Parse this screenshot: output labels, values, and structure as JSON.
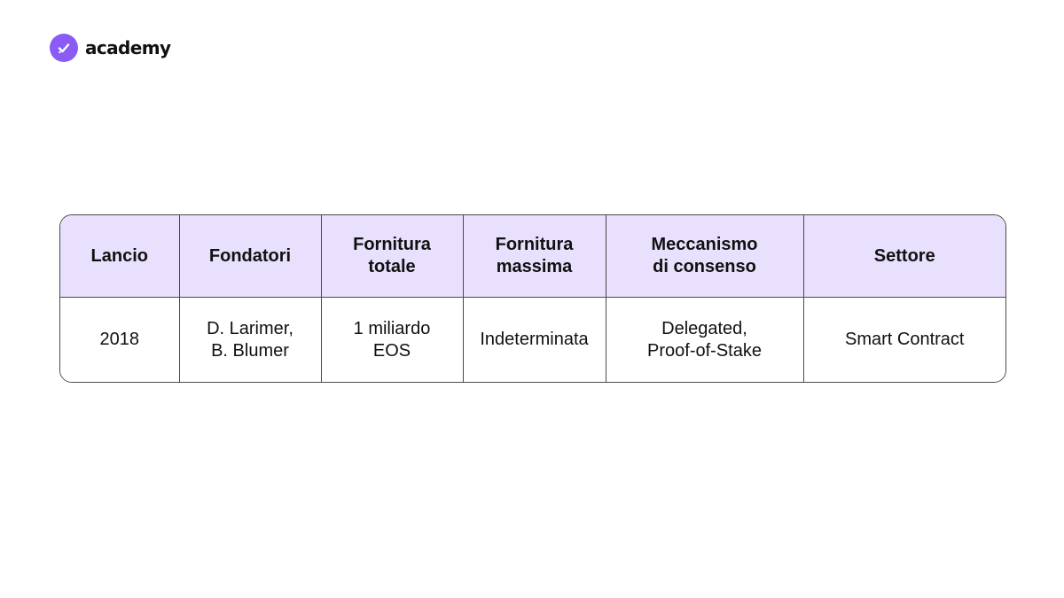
{
  "brand": {
    "name": "academy",
    "logo_icon": "check-badge-icon",
    "accent_color": "#8a5cf6"
  },
  "table": {
    "header_bg": "#e8e0fc",
    "headers": [
      "Lancio",
      "Fondatori",
      "Fornitura\ntotale",
      "Fornitura\nmassima",
      "Meccanismo\ndi consenso",
      "Settore"
    ],
    "row": [
      "2018",
      "D. Larimer,\nB. Blumer",
      "1 miliardo\nEOS",
      "Indeterminata",
      "Delegated,\nProof-of-Stake",
      "Smart Contract"
    ]
  }
}
